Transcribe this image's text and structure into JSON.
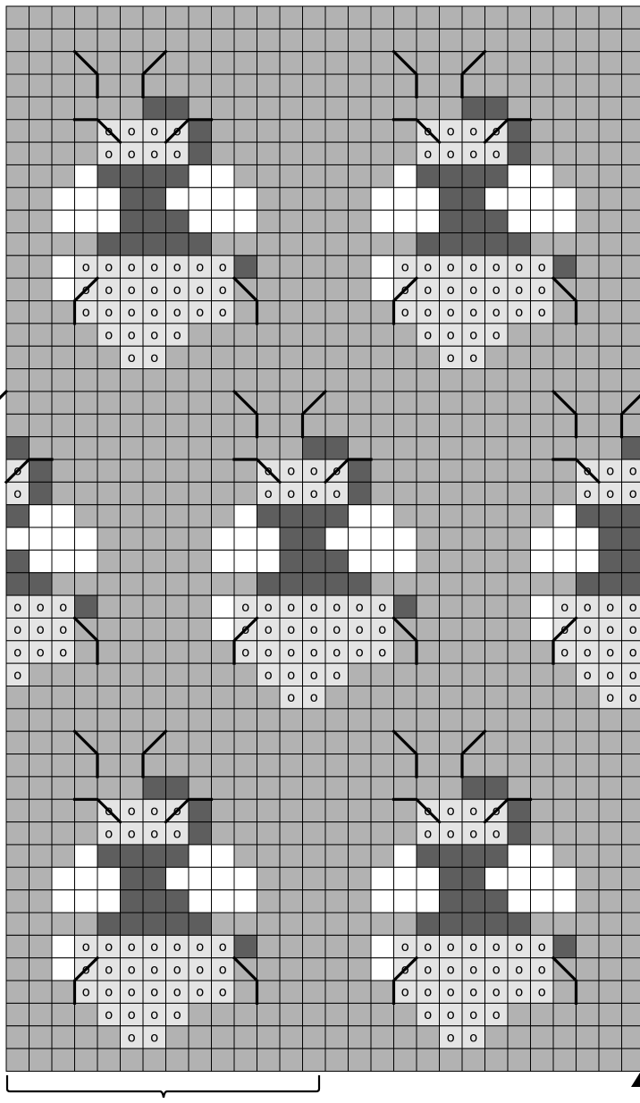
{
  "chart": {
    "columns": 28,
    "rows": 47,
    "colors": {
      "background": "#b2b2b2",
      "light": "#e4e4e4",
      "white": "#ffffff",
      "dark": "#5e5e5e",
      "gridline": "#000000"
    },
    "motif": {
      "rows": [
        "....BB....",
        "..AAAAB...",
        "..AAAAB...",
        ".WDDDDWW..",
        "WWWDDWWWW.",
        "WWWDDBWWW.",
        "..DDDDB...",
        "WAAAAAAAB.",
        "WAAAAAAA..",
        ".AAAAAAA..",
        "..AAAA....",
        "...AA....."
      ],
      "symbol": "o",
      "symbol_cell_key": "A"
    },
    "motif_anchors": [
      {
        "row": 4,
        "col": 2
      },
      {
        "row": 4,
        "col": 16
      },
      {
        "row": 19,
        "col": -5
      },
      {
        "row": 19,
        "col": 9
      },
      {
        "row": 19,
        "col": 23
      },
      {
        "row": 34,
        "col": 2
      },
      {
        "row": 34,
        "col": 16
      }
    ],
    "legs_motif_offsets": [
      [
        [
          0.0,
          0.0
        ],
        [
          -0.2,
          0.0
        ]
      ],
      [
        [
          0.0,
          0.0
        ],
        [
          0.0,
          0.0
        ]
      ]
    ]
  }
}
